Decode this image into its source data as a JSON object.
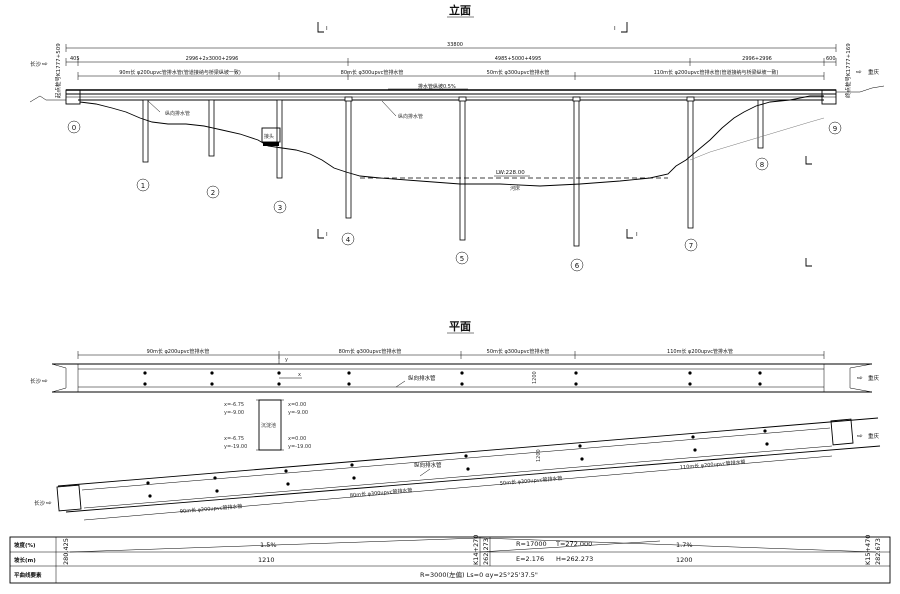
{
  "elevation": {
    "title": "立面",
    "section_mark": "I",
    "overall_length": "33800",
    "left_end": "405",
    "right_end": "600",
    "spans": [
      "2996+2x3000+2996",
      "4985+5000+4995",
      "2996+2996"
    ],
    "pipe_notes": [
      "90m长 φ200upvc管排水管(管道接纳与桥梁纵坡一致)",
      "80m长 φ300upvc管排水管",
      "50m长 φ300upvc管排水管",
      "110m长 φ200upvc管排水管(管道接纳与桥梁纵坡一致)"
    ],
    "slope_note": "排水管纵坡0.5%",
    "drain_labels": [
      "纵向排水管",
      "纵向排水管"
    ],
    "water_level": "LW:228.00",
    "river_label": "河床",
    "start_station": "起点桩号K1777+509",
    "end_station": "终点桩号K1777+169",
    "left_dir": "长沙",
    "right_dir": "重庆",
    "detail_label": "接头",
    "piers": [
      "0",
      "1",
      "2",
      "3",
      "4",
      "5",
      "6",
      "7",
      "8",
      "9"
    ]
  },
  "plan": {
    "title": "平面",
    "pipe_notes_top": [
      "90m长 φ200upvc管排水管",
      "80m长 φ300upvc管排水管",
      "50m长 φ300upvc管排水管",
      "110m长 φ200upvc管排水管"
    ],
    "pipe_notes_bottom": [
      "90m长 φ200upvc管排水管",
      "80m长 φ300upvc管排水管",
      "50m长 φ300upvc管排水管",
      "110m长 φ200upvc管排水管"
    ],
    "drain_label_top": "纵向排水管",
    "drain_label_bottom": "纵向排水管",
    "axis_x": "x",
    "axis_y": "y",
    "width_top": "1200",
    "width_bottom": "1200",
    "sump_label": "沉淀池",
    "coords": [
      "x=-6.75",
      "y=-9.00",
      "x=0.00",
      "y=-9.00",
      "x=-6.75",
      "y=-19.00",
      "x=0.00",
      "y=-19.00"
    ],
    "left_dir_top": "长沙",
    "right_dir_top": "重庆",
    "left_dir_bottom": "长沙",
    "right_dir_bottom": "重庆"
  },
  "table": {
    "rows": [
      "坡度(%)",
      "坡长(m)",
      "平曲线要素"
    ],
    "left_elev": "280.425",
    "right_elev": "282.673",
    "slope1": "1.5%",
    "slope2": "1.7%",
    "len1": "1210",
    "len2": "1200",
    "pvi_station": "K14+270",
    "pvi_elev": "262.273",
    "curve_r": "R=17000",
    "curve_t": "T=272.000",
    "curve_e": "E=2.176",
    "curve_h": "H=262.273",
    "end_station": "K15+470",
    "horiz": "R=3000(左偏)   Ls=0   αy=25°25'37.5\""
  }
}
